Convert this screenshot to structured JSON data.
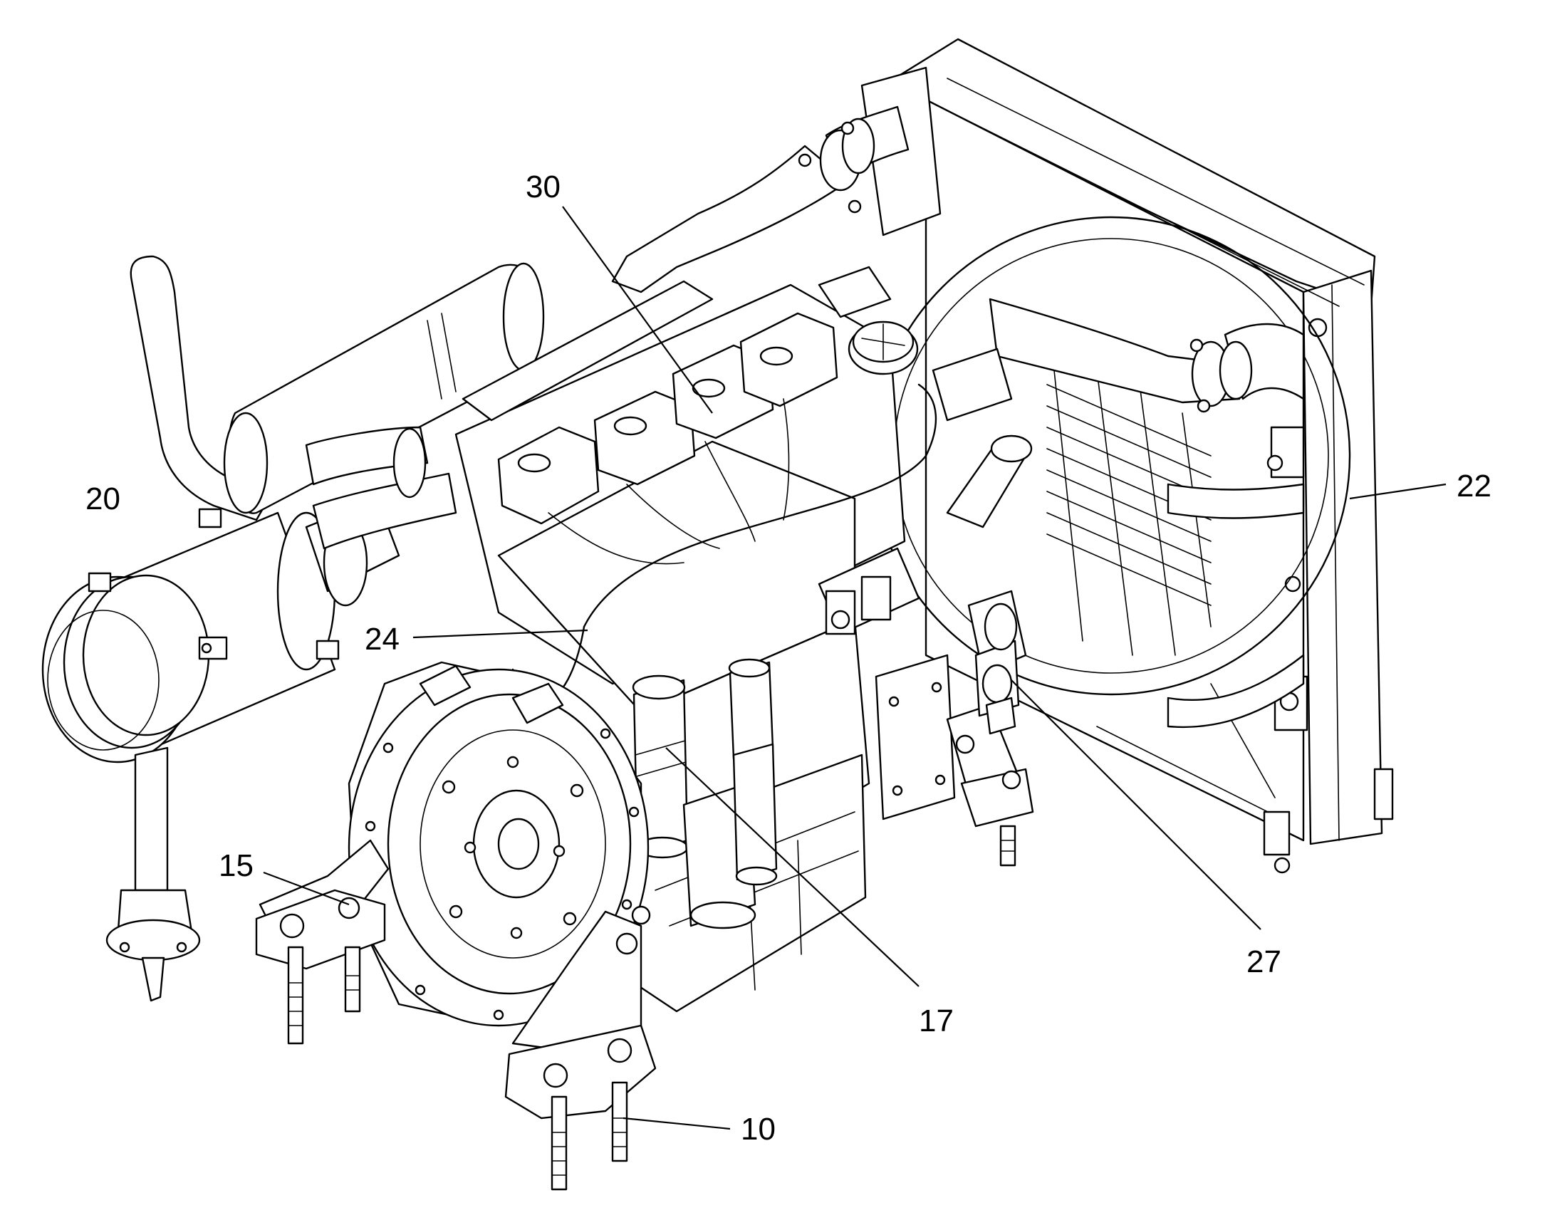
{
  "callouts": [
    {
      "id": "c30",
      "label": "30"
    },
    {
      "id": "c20",
      "label": "20"
    },
    {
      "id": "c22",
      "label": "22"
    },
    {
      "id": "c24",
      "label": "24"
    },
    {
      "id": "c15",
      "label": "15"
    },
    {
      "id": "c27",
      "label": "27"
    },
    {
      "id": "c17",
      "label": "17"
    },
    {
      "id": "c10",
      "label": "10"
    }
  ]
}
